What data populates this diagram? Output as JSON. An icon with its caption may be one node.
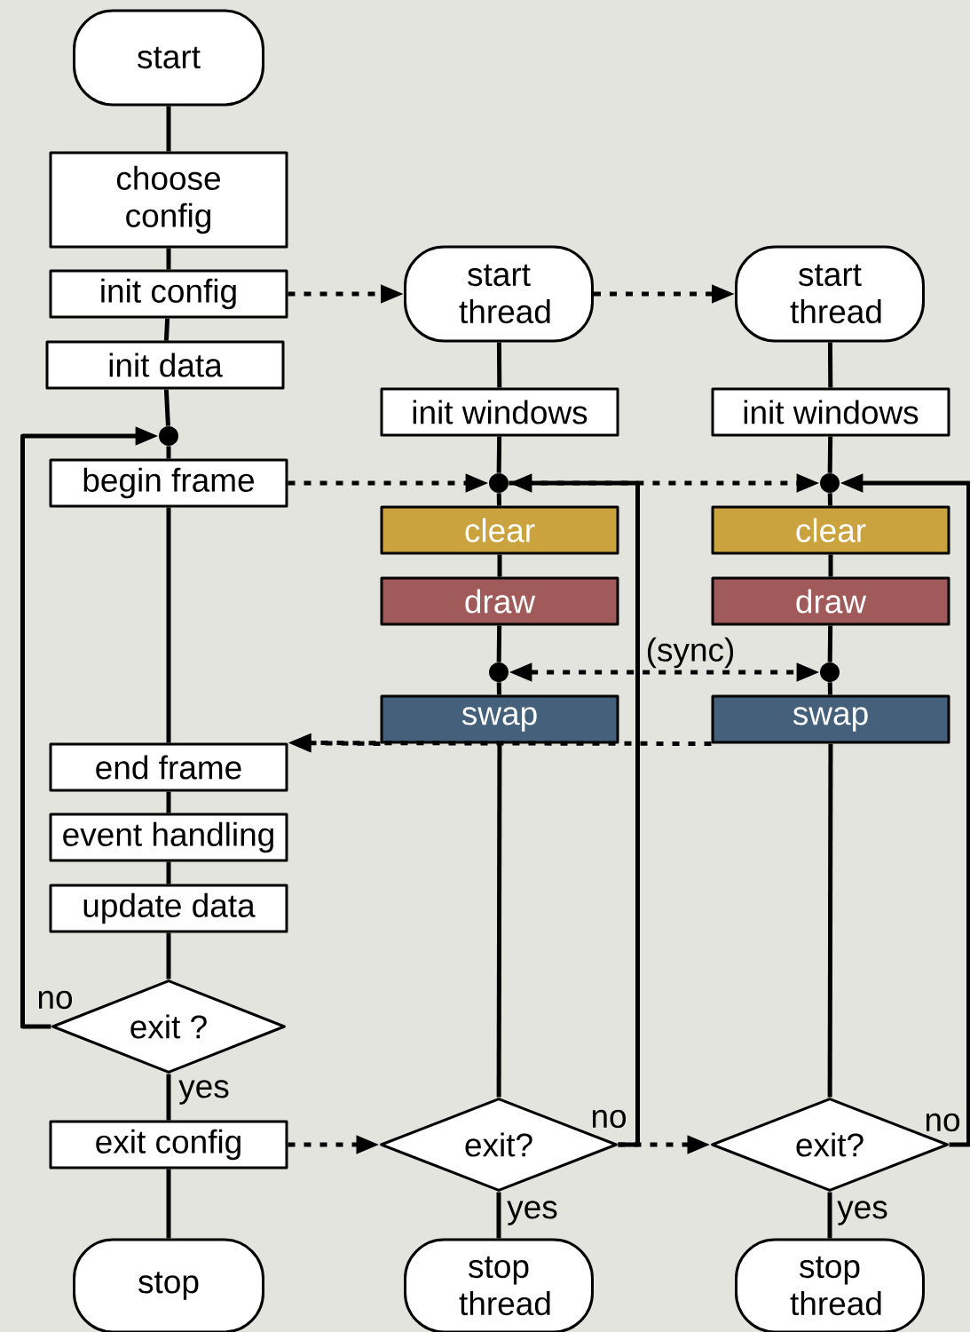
{
  "diagram": {
    "nodes": [
      {
        "text": [
          "start"
        ]
      },
      {
        "text": [
          "choose config"
        ]
      },
      {
        "text": [
          "init config"
        ]
      },
      {
        "text": [
          "init data"
        ]
      },
      {
        "text": [],
        "shape": "circle"
      },
      {
        "text": [
          "begin frame"
        ]
      },
      {
        "text": [
          "end frame"
        ]
      },
      {
        "text": [
          "event handling"
        ]
      },
      {
        "text": [
          "update data"
        ]
      },
      {
        "text": [
          "exit ?"
        ]
      },
      {
        "text": [
          "exit config"
        ]
      },
      {
        "text": [
          "stop"
        ]
      },
      {
        "text": [
          "start thread"
        ]
      },
      {
        "text": [
          "init windows"
        ]
      },
      {
        "text": [],
        "shape": "circle"
      },
      {
        "text": [
          "clear"
        ]
      },
      {
        "text": [
          "draw"
        ]
      },
      {
        "text": [],
        "shape": "circle"
      },
      {
        "text": [
          "swap"
        ]
      },
      {
        "text": [
          "exit?"
        ]
      },
      {
        "text": [
          "stop thread"
        ]
      },
      {
        "text": [
          "start thread"
        ]
      },
      {
        "text": [
          "init windows"
        ]
      },
      {
        "text": [],
        "shape": "circle"
      },
      {
        "text": [
          "clear"
        ]
      },
      {
        "text": [
          "draw"
        ]
      },
      {
        "text": [],
        "shape": "circle"
      },
      {
        "text": [
          "swap"
        ]
      },
      {
        "text": [
          "exit?"
        ]
      },
      {
        "text": [
          "stop thread"
        ]
      }
    ],
    "edges": [
      {
        "from": 0,
        "to": 1,
        "arrow": "none"
      },
      {
        "from": 1,
        "to": 2,
        "arrow": "none"
      },
      {
        "from": 2,
        "to": 3,
        "arrow": "none"
      },
      {
        "from": 3,
        "to": 4,
        "arrow": "none"
      },
      {
        "from": 4,
        "to": 5,
        "arrow": "none"
      },
      {
        "from": 5,
        "to": 6,
        "arrow": "none"
      },
      {
        "from": 6,
        "to": 7,
        "arrow": "none"
      },
      {
        "from": 7,
        "to": 8,
        "arrow": "none"
      },
      {
        "from": 8,
        "to": 9,
        "arrow": "none"
      },
      {
        "from": 9,
        "to": 10,
        "arrow": "none",
        "label": "yes"
      },
      {
        "from": 10,
        "to": 11,
        "arrow": "none"
      },
      {
        "from": 9,
        "to": 4,
        "arrow": "to",
        "label": "no"
      },
      {
        "from": 2,
        "to": 12,
        "arrow": "to",
        "style": "dashed"
      },
      {
        "from": 12,
        "to": 21,
        "arrow": "to",
        "style": "dashed"
      },
      {
        "from": 5,
        "to": 14,
        "arrow": "to",
        "style": "dashed"
      },
      {
        "from": 14,
        "to": 23,
        "arrow": "to",
        "style": "dashed"
      },
      {
        "from": 12,
        "to": 13,
        "arrow": "none"
      },
      {
        "from": 13,
        "to": 14,
        "arrow": "none"
      },
      {
        "from": 14,
        "to": 15,
        "arrow": "none"
      },
      {
        "from": 15,
        "to": 16,
        "arrow": "none"
      },
      {
        "from": 16,
        "to": 17,
        "arrow": "none"
      },
      {
        "from": 17,
        "to": 18,
        "arrow": "none"
      },
      {
        "from": 18,
        "to": 19,
        "arrow": "none"
      },
      {
        "from": 19,
        "to": 20,
        "arrow": "none",
        "label": "yes"
      },
      {
        "from": 21,
        "to": 22,
        "arrow": "none"
      },
      {
        "from": 22,
        "to": 23,
        "arrow": "none"
      },
      {
        "from": 23,
        "to": 24,
        "arrow": "none"
      },
      {
        "from": 24,
        "to": 25,
        "arrow": "none"
      },
      {
        "from": 25,
        "to": 26,
        "arrow": "none"
      },
      {
        "from": 26,
        "to": 27,
        "arrow": "none"
      },
      {
        "from": 27,
        "to": 28,
        "arrow": "none"
      },
      {
        "from": 28,
        "to": 29,
        "arrow": "none",
        "label": "yes"
      },
      {
        "from": 17,
        "to": 26,
        "arrow": "both",
        "style": "dashed",
        "label": "(sync)"
      },
      {
        "from": 19,
        "to": 14,
        "arrow": "to",
        "label": "no"
      },
      {
        "from": 28,
        "to": 23,
        "arrow": "to",
        "label": "no"
      },
      {
        "from": 18,
        "to": 6,
        "arrow": "to",
        "style": "dashed"
      },
      {
        "from": 27,
        "to": 6,
        "arrow": "to",
        "style": "dashed"
      },
      {
        "from": 10,
        "to": 19,
        "arrow": "to",
        "style": "dashed"
      },
      {
        "from": 19,
        "to": 28,
        "arrow": "to",
        "style": "dashed"
      }
    ]
  }
}
